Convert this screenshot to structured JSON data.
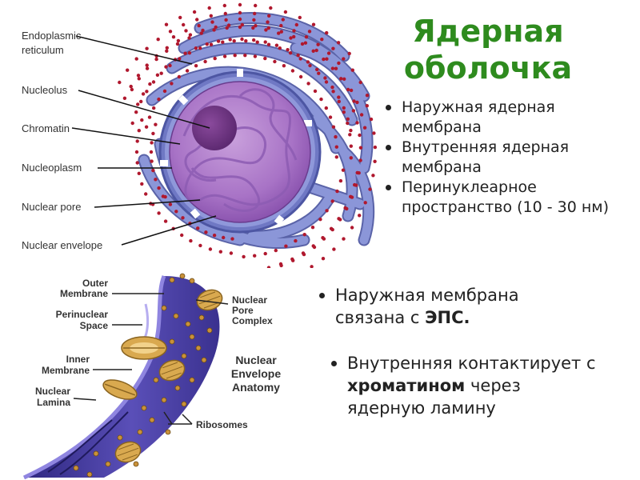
{
  "title_line1": "Ядерная",
  "title_line2": "оболочка",
  "top_labels": {
    "er_line1": "Endoplasmic",
    "er_line2": "reticulum",
    "nucleolus": "Nucleolus",
    "chromatin": "Chromatin",
    "nucleoplasm": "Nucleoplasm",
    "nuclear_pore": "Nuclear pore",
    "nuclear_envelope": "Nuclear envelope"
  },
  "right_bullets": [
    "Наружная ядерная мембрана",
    "Внутренняя ядерная мембрана",
    "Перинуклеарное пространство (10 - 30 нм)"
  ],
  "bottom_labels": {
    "outer_membrane_1": "Outer",
    "outer_membrane_2": "Membrane",
    "perinuclear_1": "Perinuclear",
    "perinuclear_2": "Space",
    "inner_membrane_1": "Inner",
    "inner_membrane_2": "Membrane",
    "nuclear_lamina_1": "Nuclear",
    "nuclear_lamina_2": "Lamina",
    "pore_complex_1": "Nuclear",
    "pore_complex_2": "Pore",
    "pore_complex_3": "Complex",
    "anatomy_1": "Nuclear",
    "anatomy_2": "Envelope",
    "anatomy_3": "Anatomy",
    "ribosomes": "Ribosomes"
  },
  "lower_bullet1": {
    "text_line1": "Наружная мембрана",
    "text_line2_prefix": "связана с ",
    "text_line2_bold": "ЭПС."
  },
  "lower_bullet2": {
    "text_line1": "Внутренняя контактирует с",
    "text_line2_bold": "хроматином",
    "text_line2_suffix": " через",
    "text_line3": "ядерную ламину"
  },
  "colors": {
    "title": "#2e8b1e",
    "er": "#8b96d8",
    "nucleus": "#a775c4",
    "ribosome": "#b0182e",
    "envelope_band": "#4a3fa0",
    "pore": "#d9a94f"
  }
}
